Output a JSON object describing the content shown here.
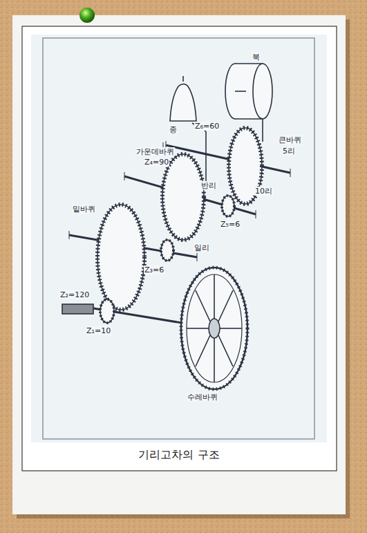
{
  "diagram": {
    "caption": "기리고차의 구조",
    "labels": [
      "북",
      "종",
      "Z₆=60",
      "큰바퀴",
      "5리",
      "가운데바퀴",
      "Z₄=90",
      "반리",
      "10리",
      "Z₅=6",
      "일리",
      "밑바퀴",
      "Z₂=120",
      "Z₃=6",
      "Z₁=10",
      "수레바퀴"
    ]
  }
}
